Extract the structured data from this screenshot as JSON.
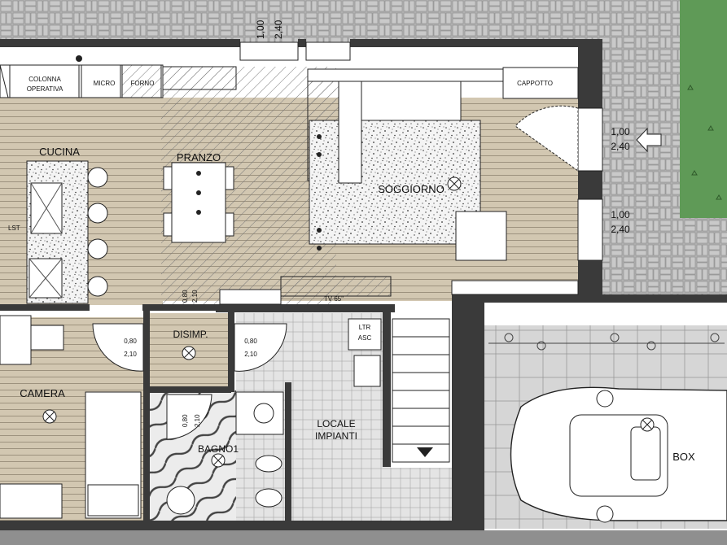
{
  "rooms": {
    "cucina": "CUCINA",
    "pranzo": "PRANZO",
    "soggiorno": "SOGGIORNO",
    "disimp": "DISIMP.",
    "camera": "CAMERA",
    "bagno": "BAGNO1",
    "locale_line1": "LOCALE",
    "locale_line2": "IMPIANTI",
    "box": "BOX"
  },
  "labels": {
    "colonna_line1": "COLONNA",
    "colonna_line2": "OPERATIVA",
    "micro": "MICRO",
    "forno": "FORNO",
    "lst": "LST",
    "cappotto": "CAPPOTTO",
    "tv": "TV 65\"",
    "ltr_line1": "LTR",
    "ltr_line2": "ASC"
  },
  "dimensions": {
    "top_window": [
      "1,00",
      "2,40"
    ],
    "right_door": [
      "1,00",
      "2,40"
    ],
    "right_window": [
      "1,00",
      "2,40"
    ],
    "pranzo_door": [
      "0,80",
      "2,10"
    ],
    "disimp_left_door": [
      "0,80",
      "2,10"
    ],
    "disimp_right_door": [
      "0,80",
      "2,10"
    ],
    "bagno_door": [
      "0,80",
      "2,10"
    ]
  },
  "colors": {
    "wall": "#3a3a3a",
    "wood": "#cfc3ac",
    "wood_line": "#9d927e",
    "tile": "#d9d9d9",
    "paver": "#b5b5b5",
    "grass": "#5f9a57",
    "hatch": "#7a7a7a"
  }
}
